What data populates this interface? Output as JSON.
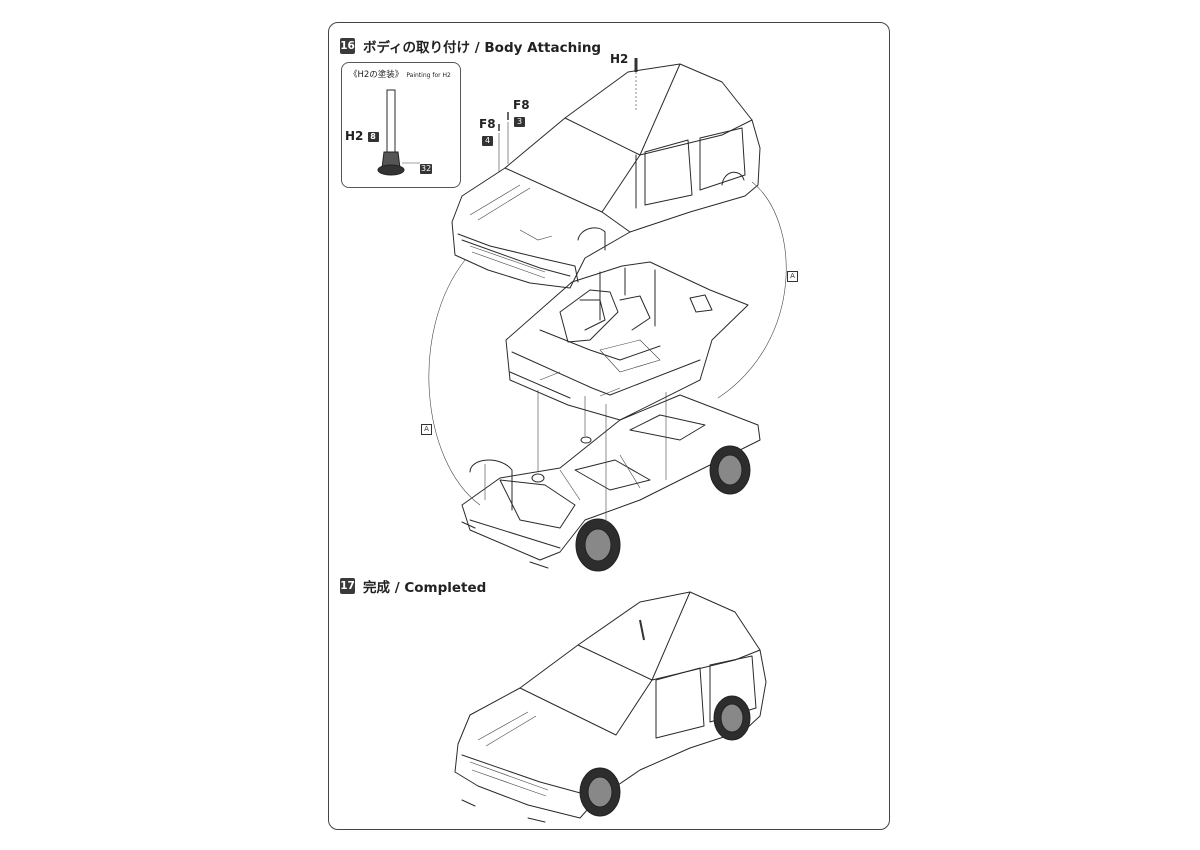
{
  "step16": {
    "number": "16",
    "title": "ボディの取り付け / Body Attaching"
  },
  "step17": {
    "number": "17",
    "title": "完成 / Completed"
  },
  "inset": {
    "title": "《H2の塗装》",
    "subtitle": "Painting for H2",
    "part": "H2",
    "part_badge": "8",
    "color_badge": "32"
  },
  "parts": {
    "h2": "H2",
    "f8_a": "F8",
    "f8_a_badge": "3",
    "f8_b": "F8",
    "f8_b_badge": "4"
  },
  "glue_marks": {
    "left": "A",
    "right": "A"
  }
}
